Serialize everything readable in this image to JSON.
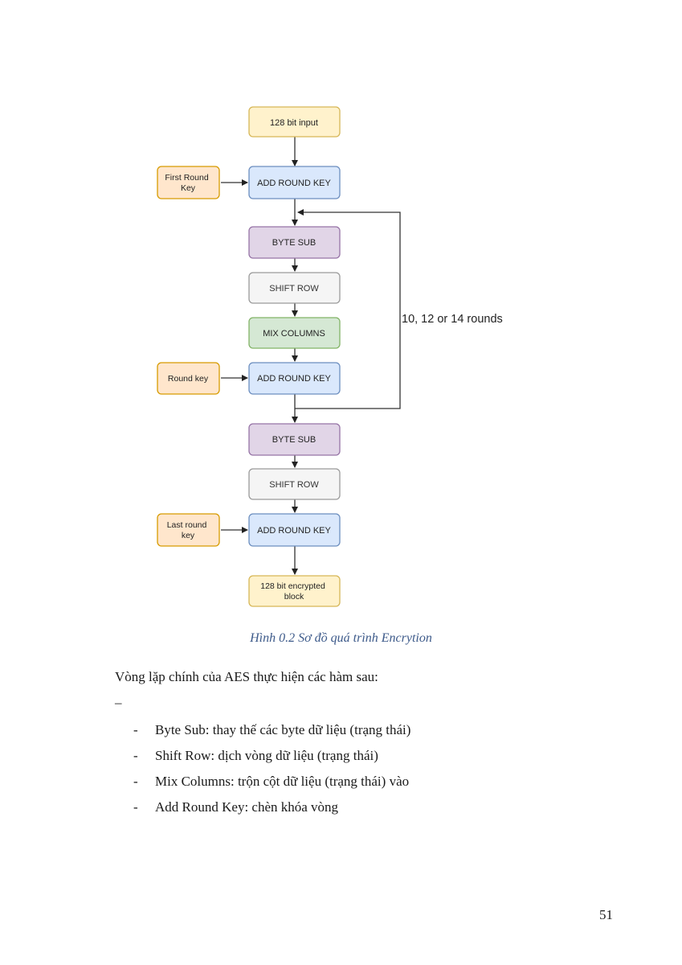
{
  "diagram": {
    "nodes": {
      "input": "128 bit input",
      "first_key": [
        "First Round",
        "Key"
      ],
      "add_round_key_1": "ADD ROUND KEY",
      "byte_sub_1": "BYTE SUB",
      "shift_row_1": "SHIFT ROW",
      "mix_columns": "MIX COLUMNS",
      "round_key": "Round key",
      "add_round_key_2": "ADD ROUND KEY",
      "byte_sub_2": "BYTE SUB",
      "shift_row_2": "SHIFT ROW",
      "last_key": [
        "Last round",
        "key"
      ],
      "add_round_key_3": "ADD ROUND KEY",
      "output": [
        "128 bit encrypted",
        "block"
      ]
    },
    "loop_label": "10, 12 or 14 rounds",
    "colors": {
      "input_fill": "#fff2cc",
      "input_stroke": "#d6b656",
      "key_fill": "#ffe6cc",
      "key_stroke": "#d79b00",
      "add_fill": "#dae8fc",
      "add_stroke": "#6c8ebf",
      "byte_fill": "#e1d5e7",
      "byte_stroke": "#9673a6",
      "shift_fill": "#f5f5f5",
      "shift_stroke": "#9a9a9a",
      "mix_fill": "#d5e8d4",
      "mix_stroke": "#82b366"
    }
  },
  "caption": "Hình 0.2 Sơ đồ quá trình Encrytion",
  "intro": "Vòng lặp chính của AES thực hiện các hàm sau:",
  "dash": "–",
  "bullets": [
    {
      "mark": "-",
      "text": "Byte Sub: thay thế các byte dữ liệu (trạng thái)"
    },
    {
      "mark": "-",
      "text": "Shift Row: dịch vòng dữ liệu (trạng thái)"
    },
    {
      "mark": "-",
      "text": "Mix Columns: trộn cột dữ liệu (trạng thái) vào"
    },
    {
      "mark": "-",
      "text": "Add Round Key: chèn khóa vòng"
    }
  ],
  "page_number": "51"
}
